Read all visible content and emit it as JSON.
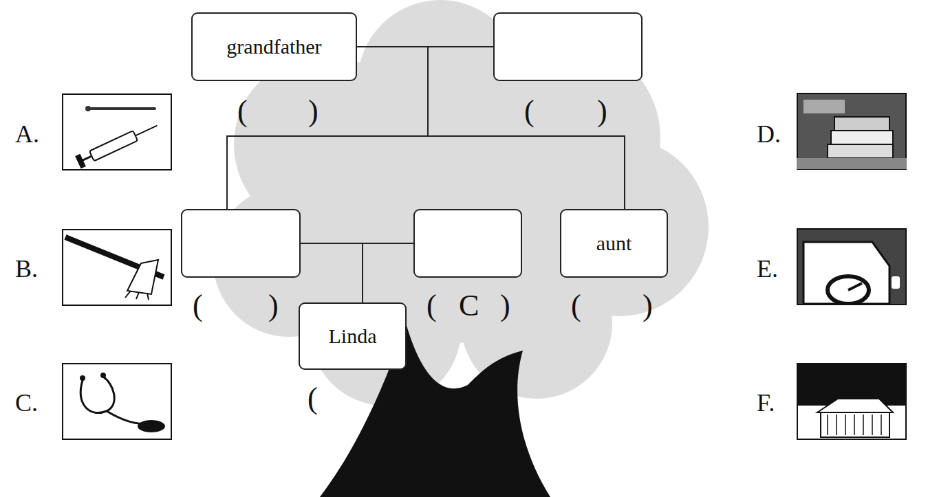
{
  "diagram": {
    "nodes": [
      {
        "text": [
          "grandfather"
        ]
      },
      {
        "text": []
      },
      {
        "text": []
      },
      {
        "text": []
      },
      {
        "text": [
          "aunt"
        ]
      },
      {
        "text": [
          "Linda"
        ]
      }
    ],
    "edges": [
      {
        "from": 0,
        "to": 1,
        "arrow": "none"
      },
      {
        "from": 0,
        "to": 2,
        "arrow": "none"
      },
      {
        "from": 1,
        "to": 2,
        "arrow": "none"
      },
      {
        "from": 0,
        "to": 4,
        "arrow": "none"
      },
      {
        "from": 1,
        "to": 4,
        "arrow": "none"
      },
      {
        "from": 2,
        "to": 3,
        "arrow": "none"
      },
      {
        "from": 2,
        "to": 5,
        "arrow": "none"
      },
      {
        "from": 3,
        "to": 5,
        "arrow": "none"
      }
    ],
    "labels": [
      "(",
      ")",
      "(",
      ")",
      "(",
      ")",
      "(",
      "C",
      ")",
      "(",
      ")",
      "(",
      ")",
      "A.",
      "B.",
      "C.",
      "D.",
      "E.",
      "F."
    ]
  }
}
